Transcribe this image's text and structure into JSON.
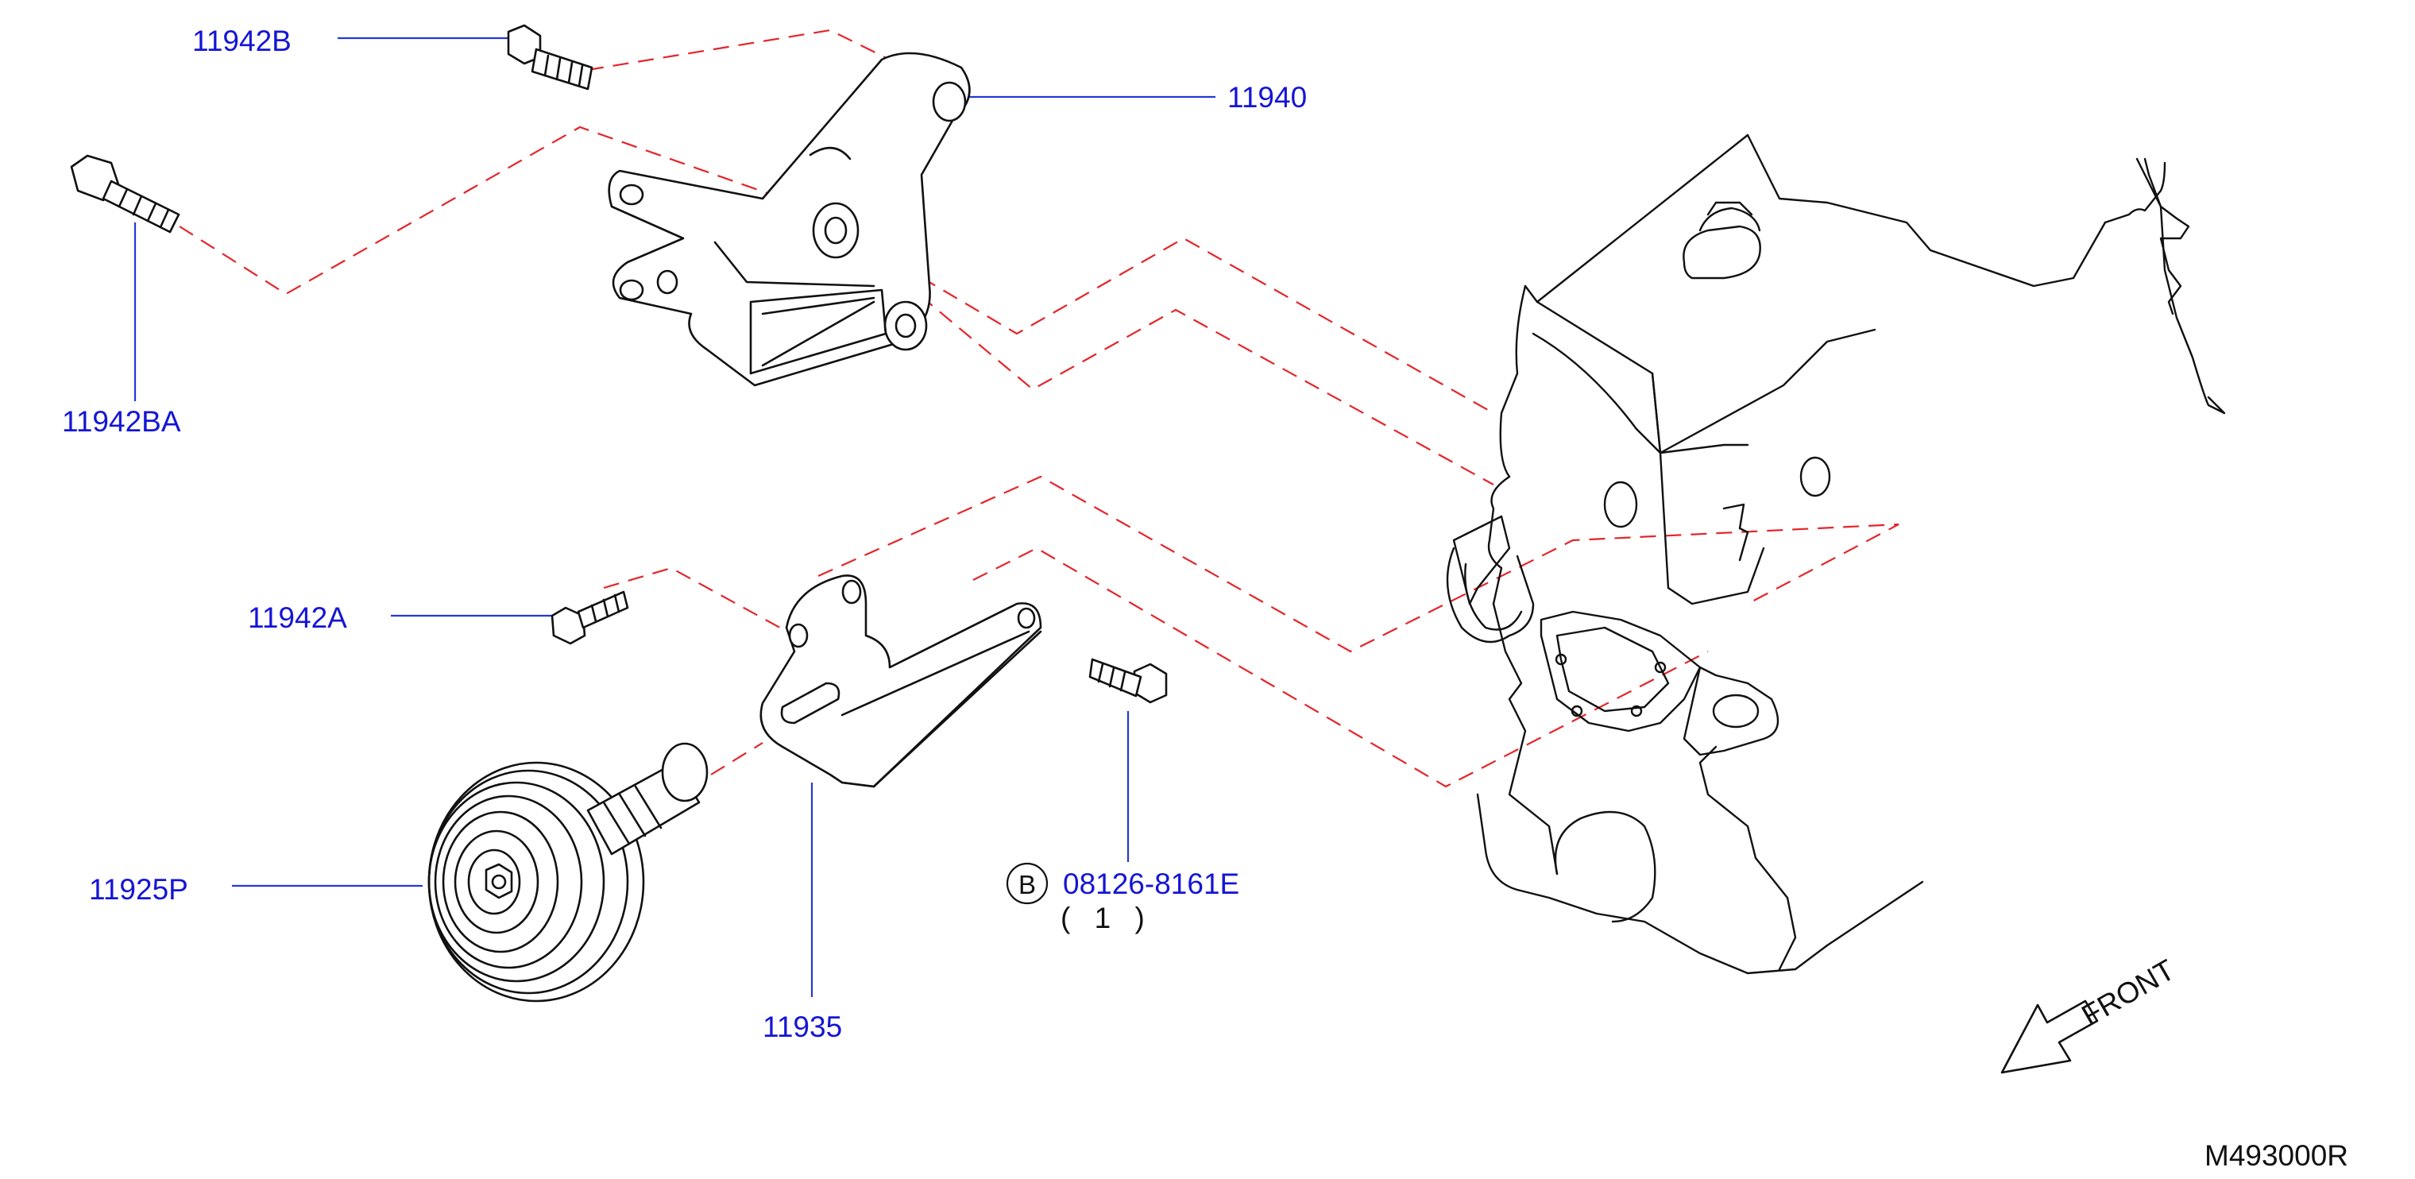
{
  "parts": [
    {
      "id": "p1",
      "number": "11942B"
    },
    {
      "id": "p2",
      "number": "11940"
    },
    {
      "id": "p3",
      "number": "11942BA"
    },
    {
      "id": "p4",
      "number": "11942A"
    },
    {
      "id": "p5",
      "number": "11925P"
    },
    {
      "id": "p6",
      "number": "11935"
    },
    {
      "id": "p7",
      "number": "08126-8161E",
      "badge": "B",
      "quantity": "( 1 )"
    }
  ],
  "orientation": {
    "label": "FRONT"
  },
  "diagram_code": "M493000R",
  "colors": {
    "label": "#1515d6",
    "leader": "#2438d8",
    "dashed": "#e5252a",
    "outline": "#111111"
  }
}
